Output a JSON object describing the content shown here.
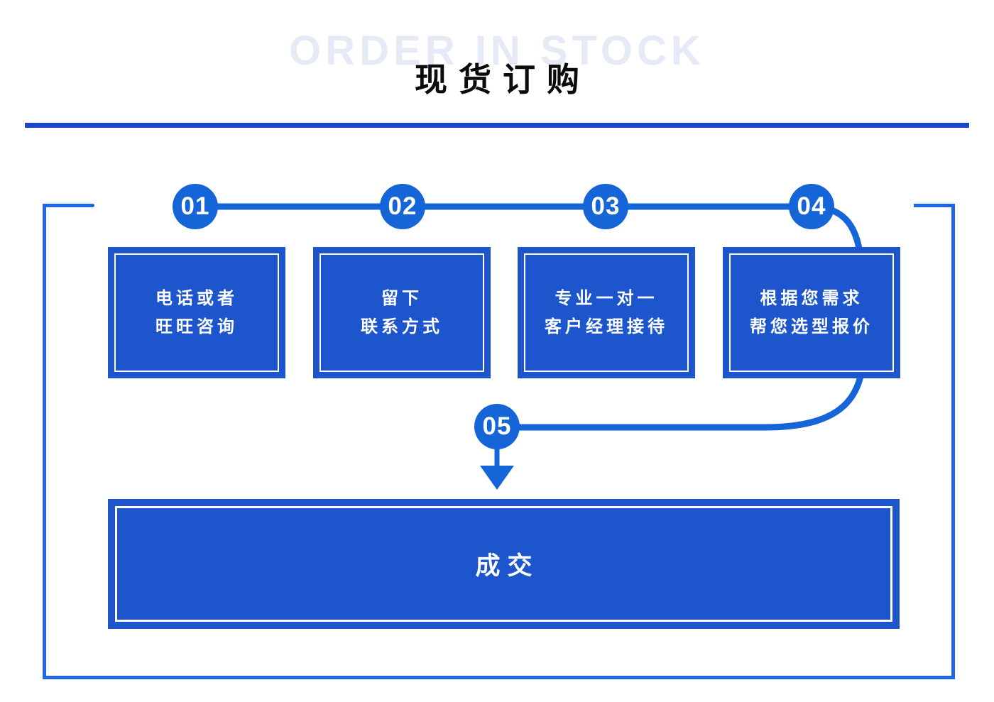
{
  "header": {
    "title_en": "ORDER IN STOCK",
    "title_zh": "现货订购"
  },
  "process": {
    "steps": [
      {
        "number": "01",
        "lines": [
          "电话或者",
          "旺旺咨询"
        ]
      },
      {
        "number": "02",
        "lines": [
          "留下",
          "联系方式"
        ]
      },
      {
        "number": "03",
        "lines": [
          "专业一对一",
          "客户经理接待"
        ]
      },
      {
        "number": "04",
        "lines": [
          "根据您需求",
          "帮您选型报价"
        ]
      },
      {
        "number": "05",
        "lines": []
      }
    ],
    "final_label": "成交"
  },
  "icons": {
    "arrow_down": "arrow-down-icon"
  },
  "colors": {
    "accent_blue": "#1565d8",
    "box_blue": "#1c55cc",
    "frame_blue": "#1e66e5",
    "divider_blue": "#1a45cf",
    "title_watermark": "#e5eaf6",
    "title_text": "#0b0b0b",
    "box_text": "#ffffff"
  }
}
